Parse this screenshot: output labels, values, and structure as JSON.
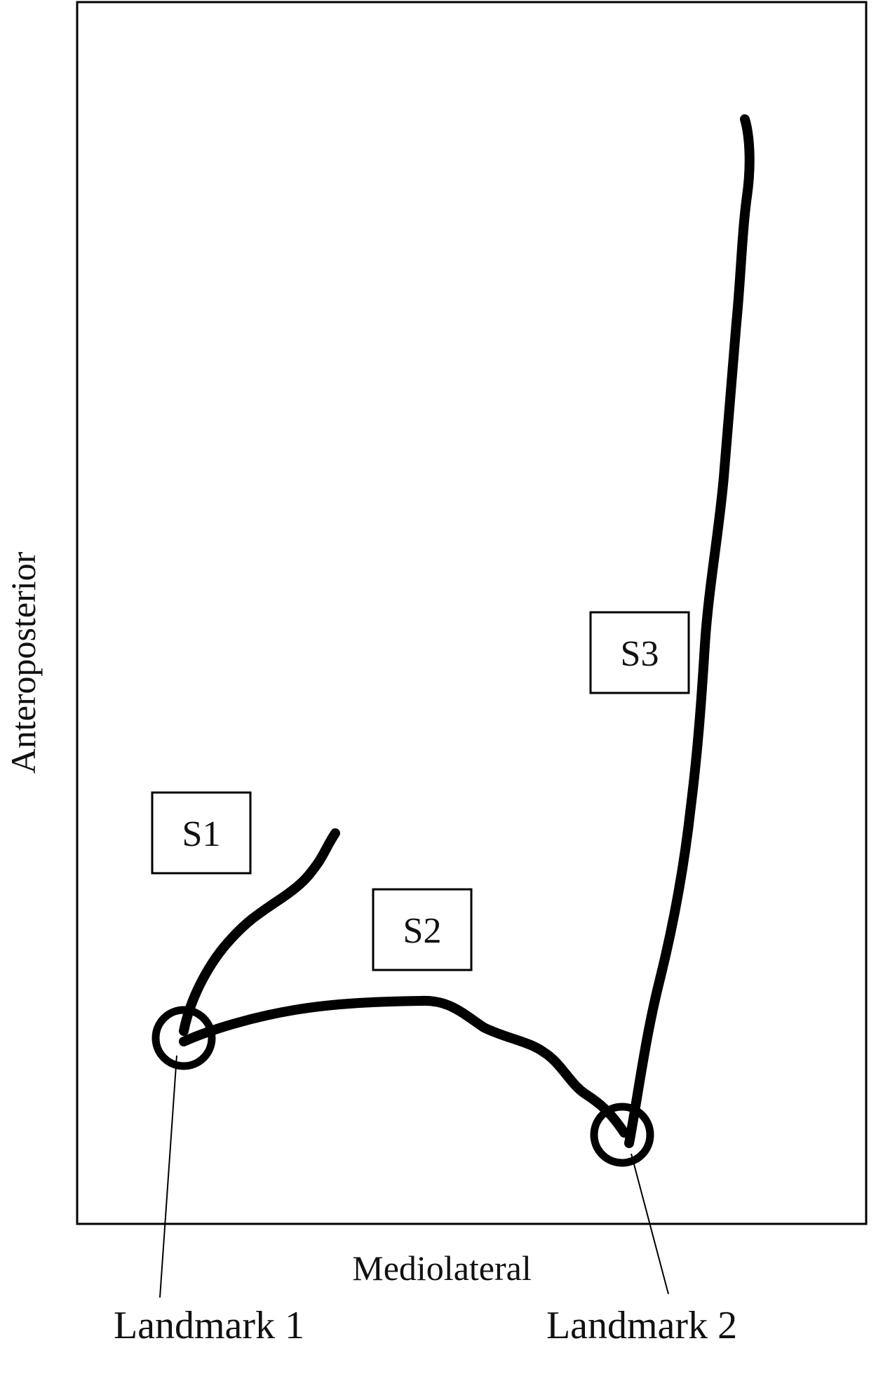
{
  "axes": {
    "x_label": "Mediolateral",
    "y_label": "Anteroposterior"
  },
  "segments": [
    {
      "id": "S1",
      "label": "S1"
    },
    {
      "id": "S2",
      "label": "S2"
    },
    {
      "id": "S3",
      "label": "S3"
    }
  ],
  "landmarks": [
    {
      "id": "landmark-1",
      "label": "Landmark 1"
    },
    {
      "id": "landmark-2",
      "label": "Landmark 2"
    }
  ],
  "colors": {
    "stroke": "#000000",
    "background": "#ffffff"
  }
}
